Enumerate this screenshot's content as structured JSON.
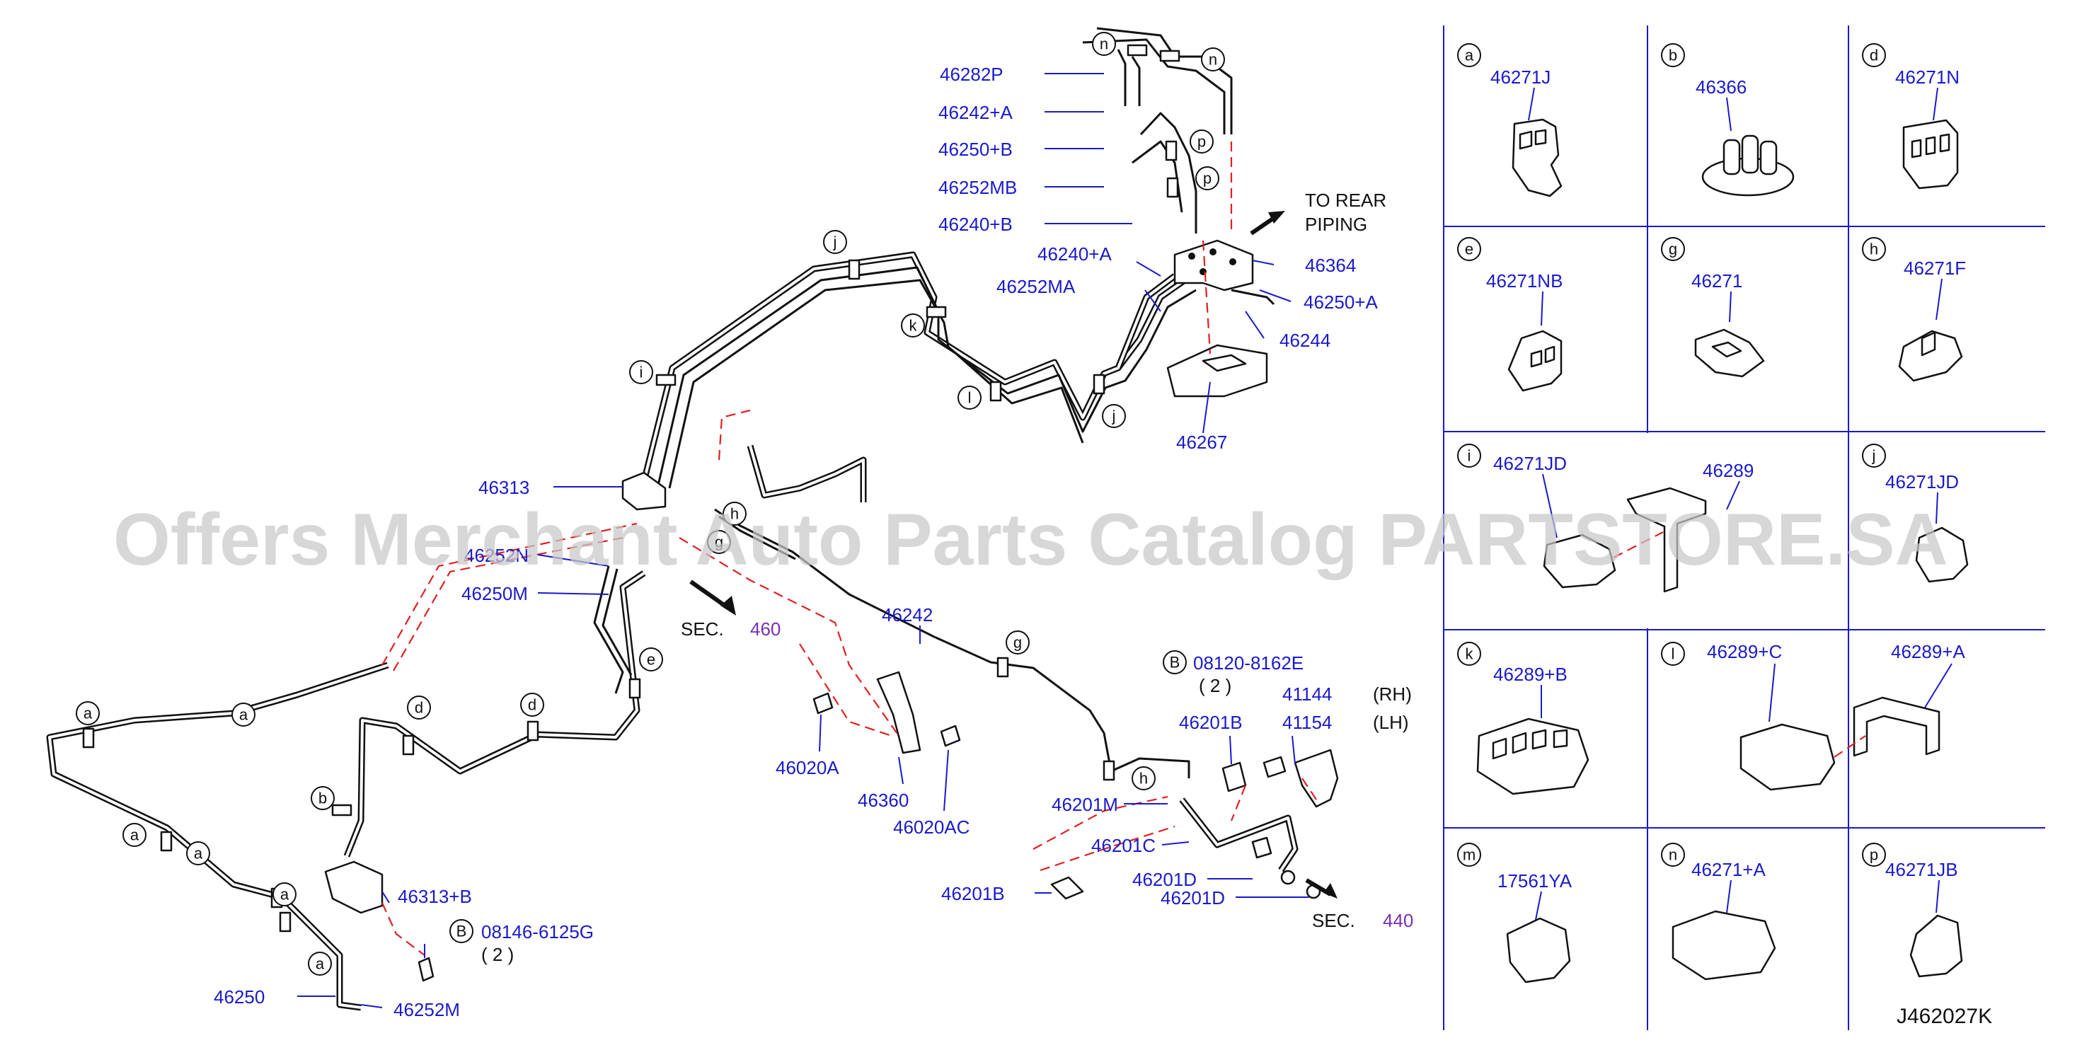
{
  "callouts": [
    {
      "id": "a-1",
      "text": "a"
    },
    {
      "id": "a-2",
      "text": "a"
    },
    {
      "id": "a-3",
      "text": "a"
    },
    {
      "id": "a-4",
      "text": "a"
    },
    {
      "id": "a-5",
      "text": "a"
    },
    {
      "id": "a-6",
      "text": "a"
    },
    {
      "id": "b-1",
      "text": "b"
    },
    {
      "id": "d-1",
      "text": "d"
    },
    {
      "id": "d-2",
      "text": "d"
    },
    {
      "id": "e-1",
      "text": "e"
    },
    {
      "id": "g-1",
      "text": "g"
    },
    {
      "id": "g-2",
      "text": "g"
    },
    {
      "id": "h-1",
      "text": "h"
    },
    {
      "id": "h-2",
      "text": "h"
    },
    {
      "id": "i-1",
      "text": "i"
    },
    {
      "id": "j-1",
      "text": "j"
    },
    {
      "id": "j-2",
      "text": "j"
    },
    {
      "id": "k-1",
      "text": "k"
    },
    {
      "id": "l-1",
      "text": "l"
    },
    {
      "id": "n-1",
      "text": "n"
    },
    {
      "id": "n-2",
      "text": "n"
    },
    {
      "id": "p-1",
      "text": "p"
    },
    {
      "id": "p-2",
      "text": "p"
    },
    {
      "id": "B-1",
      "text": "B"
    },
    {
      "id": "B-2",
      "text": "B"
    }
  ],
  "part_numbers": [
    {
      "id": "46282P",
      "text": "46282P"
    },
    {
      "id": "46242A",
      "text": "46242+A"
    },
    {
      "id": "46250B",
      "text": "46250+B"
    },
    {
      "id": "46252MB",
      "text": "46252MB"
    },
    {
      "id": "46240B",
      "text": "46240+B"
    },
    {
      "id": "46240A",
      "text": "46240+A"
    },
    {
      "id": "46252MA",
      "text": "46252MA"
    },
    {
      "id": "46364",
      "text": "46364"
    },
    {
      "id": "46250A",
      "text": "46250+A"
    },
    {
      "id": "46244",
      "text": "46244"
    },
    {
      "id": "46267",
      "text": "46267"
    },
    {
      "id": "46313",
      "text": "46313"
    },
    {
      "id": "46252N",
      "text": "46252N"
    },
    {
      "id": "46250M",
      "text": "46250M"
    },
    {
      "id": "46242",
      "text": "46242"
    },
    {
      "id": "46020A",
      "text": "46020A"
    },
    {
      "id": "46360",
      "text": "46360"
    },
    {
      "id": "46020AC",
      "text": "46020AC"
    },
    {
      "id": "08120",
      "text": "08120-8162E"
    },
    {
      "id": "41144",
      "text": "41144"
    },
    {
      "id": "41154",
      "text": "41154"
    },
    {
      "id": "46201B-1",
      "text": "46201B"
    },
    {
      "id": "46201M",
      "text": "46201M"
    },
    {
      "id": "46201C",
      "text": "46201C"
    },
    {
      "id": "46201D-1",
      "text": "46201D"
    },
    {
      "id": "46201D-2",
      "text": "46201D"
    },
    {
      "id": "46201B-2",
      "text": "46201B"
    },
    {
      "id": "46313B",
      "text": "46313+B"
    },
    {
      "id": "08146",
      "text": "08146-6125G"
    },
    {
      "id": "46250",
      "text": "46250"
    },
    {
      "id": "46252M",
      "text": "46252M"
    }
  ],
  "text_labels": [
    {
      "id": "to-rear",
      "text": "TO   REAR"
    },
    {
      "id": "piping",
      "text": "PIPING"
    },
    {
      "id": "sec1",
      "text": "SEC."
    },
    {
      "id": "sec2",
      "text": "SEC."
    },
    {
      "id": "qty1",
      "text": "( 2 )"
    },
    {
      "id": "qty2",
      "text": "( 2 )"
    },
    {
      "id": "rh",
      "text": "(RH)"
    },
    {
      "id": "lh",
      "text": "(LH)"
    }
  ],
  "section_refs": [
    {
      "id": "sec460",
      "text": "460"
    },
    {
      "id": "sec440",
      "text": "440"
    }
  ],
  "clip_grid": [
    {
      "letter": "a",
      "part": "46271J"
    },
    {
      "letter": "b",
      "part": "46366"
    },
    {
      "letter": "d",
      "part": "46271N"
    },
    {
      "letter": "e",
      "part": "46271NB"
    },
    {
      "letter": "g",
      "part": "46271"
    },
    {
      "letter": "h",
      "part": "46271F"
    },
    {
      "letter": "i",
      "part": "46271JD",
      "part2": "46289"
    },
    {
      "letter": "j",
      "part": "46271JD"
    },
    {
      "letter": "k",
      "part": "46289+B"
    },
    {
      "letter": "l",
      "part": "46289+C",
      "part2": "46289+A"
    },
    {
      "letter": "m",
      "part": "17561YA"
    },
    {
      "letter": "n",
      "part": "46271+A"
    },
    {
      "letter": "p",
      "part": "46271JB"
    }
  ],
  "diagram_code": "J462027K",
  "watermark": "Offers Merchant Auto Parts Catalog PARTSTORE.SA",
  "colors": {
    "part_number": "#1a1acc",
    "section_ref": "#7a2fb5",
    "phantom_line": "#e02020",
    "line": "#111111"
  }
}
